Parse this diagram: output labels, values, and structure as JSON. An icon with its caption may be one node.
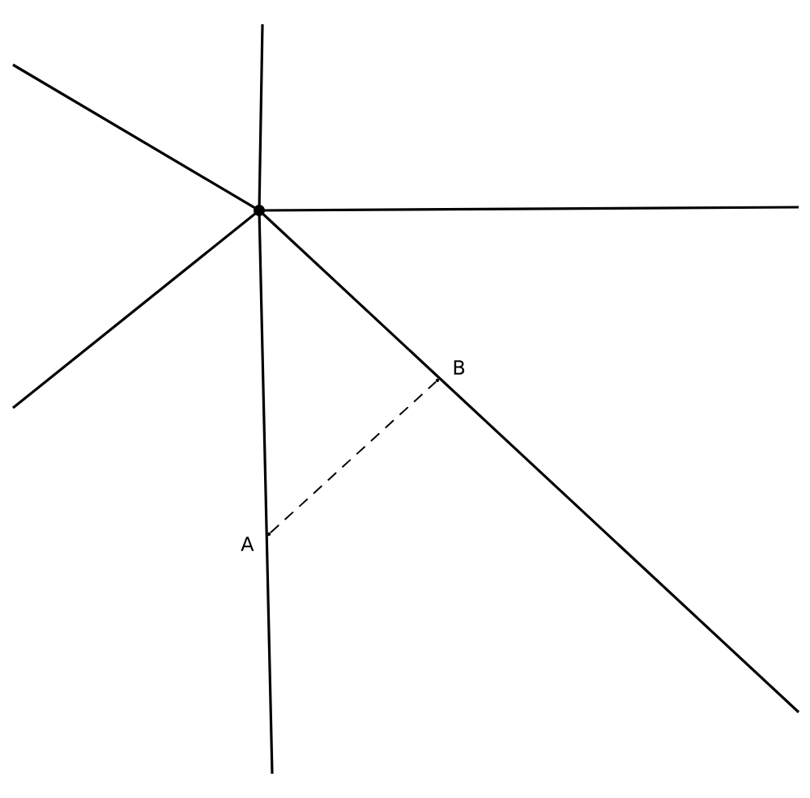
{
  "diagram": {
    "nodes": [
      {
        "text": [],
        "shape": "circle"
      },
      {
        "text": [],
        "shape": "circle",
        "beside": [
          "A"
        ]
      },
      {
        "text": [],
        "shape": "circle",
        "beside": [
          "B"
        ]
      }
    ],
    "edges": [
      {
        "from": 1,
        "to": 2,
        "arrow": "none",
        "style": "dashed"
      }
    ]
  }
}
